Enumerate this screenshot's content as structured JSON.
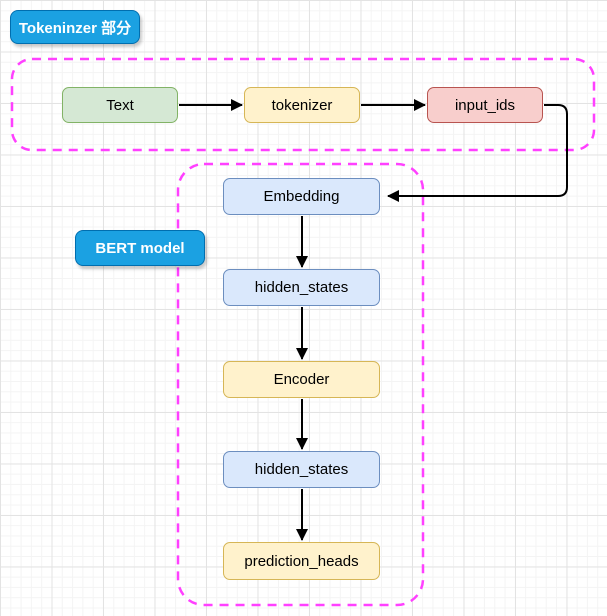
{
  "labels": {
    "tokenizer_section": "Tokeninzer 部分",
    "bert_model": "BERT model"
  },
  "tokenizer_flow": {
    "text": "Text",
    "tokenizer": "tokenizer",
    "input_ids": "input_ids"
  },
  "bert_flow": {
    "embedding": "Embedding",
    "hidden_states_1": "hidden_states",
    "encoder": "Encoder",
    "hidden_states_2": "hidden_states",
    "prediction_heads": "prediction_heads"
  },
  "colors": {
    "label_fill": "#1ba1e2",
    "label_border": "#006eaf",
    "green_fill": "#d5e8d4",
    "green_border": "#82b366",
    "yellow_fill": "#fff2cc",
    "yellow_border": "#d6b656",
    "red_fill": "#f8cecc",
    "red_border": "#b85450",
    "blue_fill": "#dae8fc",
    "blue_border": "#6c8ebf",
    "container_border": "#ff40ff",
    "arrow": "#000000"
  }
}
